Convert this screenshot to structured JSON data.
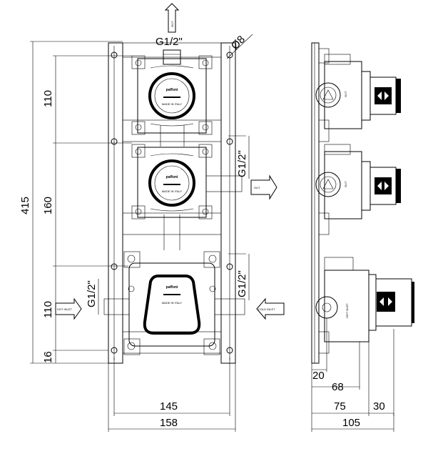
{
  "dimensions": {
    "overall_height": "415",
    "upper_spacing": "110",
    "middle_spacing": "160",
    "lower_spacing": "110",
    "bottom_offset": "16",
    "inner_width": "145",
    "outer_width": "158",
    "depth_pipe": "20",
    "depth_body": "68",
    "depth_frame": "75",
    "depth_handle": "30",
    "depth_total": "105"
  },
  "threads": {
    "top": "G1/2\"",
    "right_upper": "G1/2\"",
    "right_lower": "G1/2\"",
    "left_lower": "G1/2\""
  },
  "hole": "Ø8",
  "arrows": {
    "top_out": "OUT",
    "right_out": "OUT",
    "hot_inlet": "HOT INLET",
    "cold_inlet": "COLD INLET"
  },
  "brand": {
    "name": "paffoni",
    "made_in": "MADE IN ITALY"
  },
  "side_labels": {
    "out_upper": "OUT",
    "out_middle": "OUT",
    "inlet_lower": "HOT INLET"
  }
}
